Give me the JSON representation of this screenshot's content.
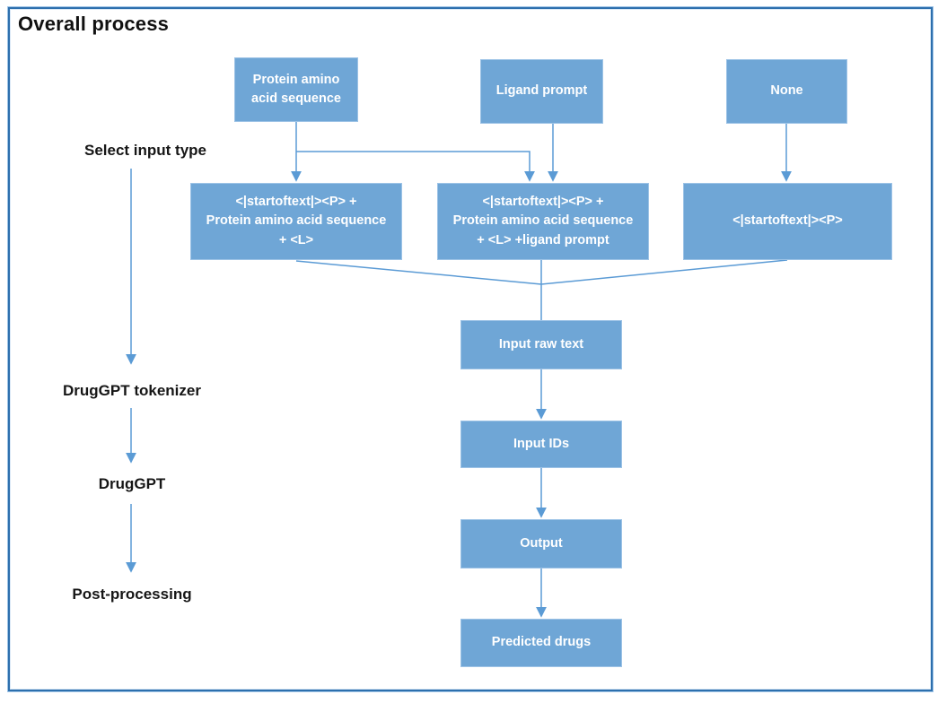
{
  "title": "Overall process",
  "stages": {
    "select_input_type": "Select input type",
    "tokenizer": "DrugGPT tokenizer",
    "model": "DrugGPT",
    "post_processing": "Post-processing"
  },
  "input_options": {
    "protein": "Protein amino\nacid sequence",
    "ligand": "Ligand prompt",
    "none": "None"
  },
  "prompt_templates": {
    "protein_only": "<|startoftext|><P> +\nProtein amino acid sequence\n+ <L>",
    "protein_and_ligand": "<|startoftext|><P> +\nProtein amino acid sequence\n+ <L> +ligand prompt",
    "none": "<|startoftext|><P>"
  },
  "pipeline": {
    "raw_text": "Input raw text",
    "input_ids": "Input IDs",
    "output": "Output",
    "predicted_drugs": "Predicted drugs"
  },
  "colors": {
    "box_fill": "#6fa6d6",
    "box_border": "#9dc3e6",
    "line": "#5b9bd5",
    "frame_border": "#2d6fad",
    "title_text": "#111111",
    "box_text": "#ffffff"
  }
}
